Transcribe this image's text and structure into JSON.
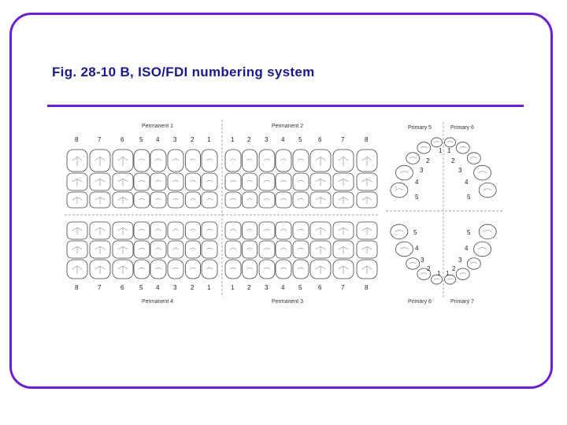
{
  "slide": {
    "title": "Fig. 28-10 B, ISO/FDI numbering system"
  },
  "diagram": {
    "permanent": {
      "quadrant_labels": {
        "upper_right": "Permanent 1",
        "upper_left": "Permanent 2",
        "lower_right": "Permanent 4",
        "lower_left": "Permanent 3"
      },
      "upper_numbers": [
        "8",
        "7",
        "6",
        "5",
        "4",
        "3",
        "2",
        "1",
        "1",
        "2",
        "3",
        "4",
        "5",
        "6",
        "7",
        "8"
      ],
      "lower_numbers": [
        "8",
        "7",
        "6",
        "5",
        "4",
        "3",
        "2",
        "1",
        "1",
        "2",
        "3",
        "4",
        "5",
        "6",
        "7",
        "8"
      ]
    },
    "primary": {
      "quadrant_labels": {
        "upper_right": "Primary 5",
        "upper_left": "Primary 6",
        "lower_right": "Primary 8",
        "lower_left": "Primary 7"
      },
      "upper_right_numbers": [
        "1",
        "2",
        "3",
        "4",
        "5"
      ],
      "upper_left_numbers": [
        "1",
        "2",
        "3",
        "4",
        "5"
      ],
      "lower_right_numbers": [
        "5",
        "4",
        "3",
        "2",
        "1"
      ],
      "lower_left_numbers": [
        "5",
        "4",
        "3",
        "2",
        "1"
      ]
    },
    "colors": {
      "frame": "#6a1fd6",
      "title": "#1a1a8c"
    }
  }
}
